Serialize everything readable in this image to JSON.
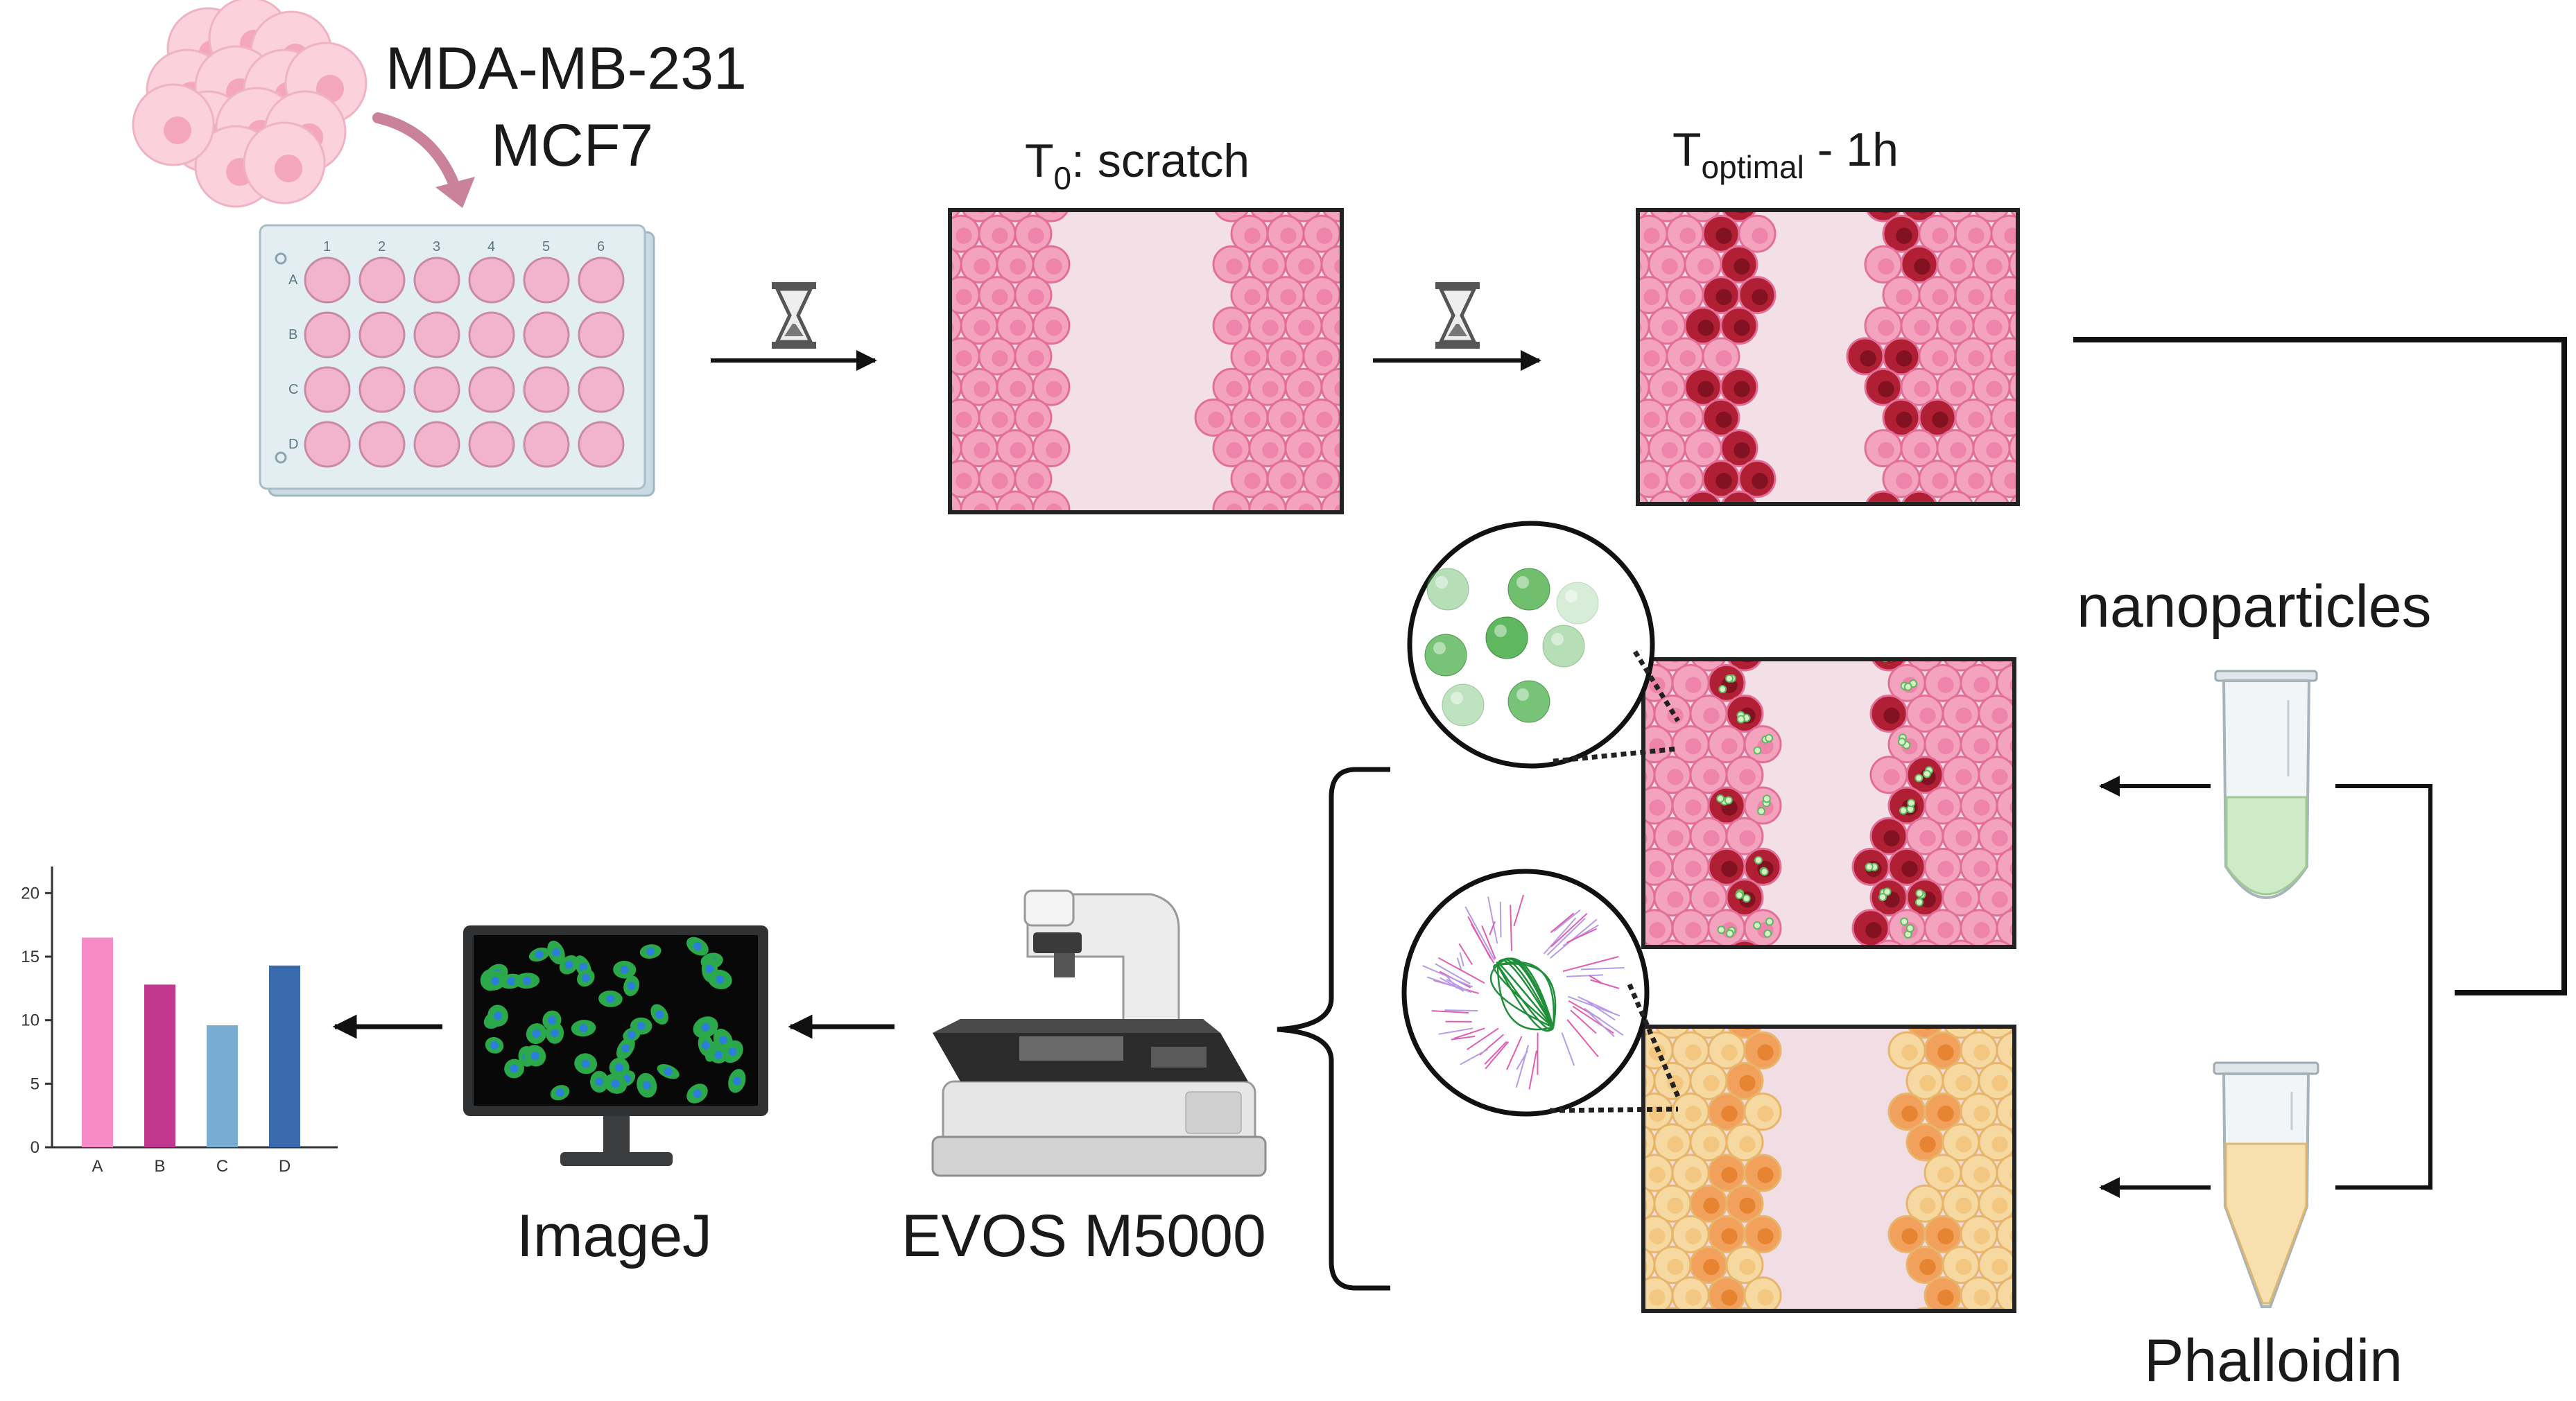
{
  "cell_lines": [
    "MDA-MB-231",
    "MCF7"
  ],
  "plate": {
    "columns": [
      "1",
      "2",
      "3",
      "4",
      "5",
      "6"
    ],
    "rows": [
      "A",
      "B",
      "C",
      "D"
    ]
  },
  "step_t0": {
    "prefix": "T",
    "subscript": "0",
    "suffix": ": scratch"
  },
  "step_topt": {
    "prefix": "T",
    "subscript": "optimal",
    "suffix": " - 1h"
  },
  "reagents": {
    "nanoparticles": "nanoparticles",
    "phalloidin": "Phalloidin"
  },
  "instruments": {
    "microscope": "EVOS M5000",
    "software": "ImageJ"
  },
  "colors": {
    "healthy_cell": "#f4a3bf",
    "healthy_cell_nucleus": "#ec7fa5",
    "dead_cell": "#b01f34",
    "nanoparticle": "#5fb85f",
    "stained_cell": "#f6d9a1",
    "stained_cell_dark": "#f2a15d",
    "gap": "#f3dfe6",
    "arrow": "#111111"
  },
  "chart_data": {
    "type": "bar",
    "categories": [
      "A",
      "B",
      "C",
      "D"
    ],
    "values": [
      16.5,
      12.8,
      9.6,
      14.3
    ],
    "colors": [
      "#f68bc8",
      "#c0398f",
      "#78acd1",
      "#3a6aae"
    ],
    "yticks": [
      "0",
      "5",
      "10",
      "15",
      "20"
    ],
    "ylim": [
      0,
      21
    ],
    "grid": false
  }
}
